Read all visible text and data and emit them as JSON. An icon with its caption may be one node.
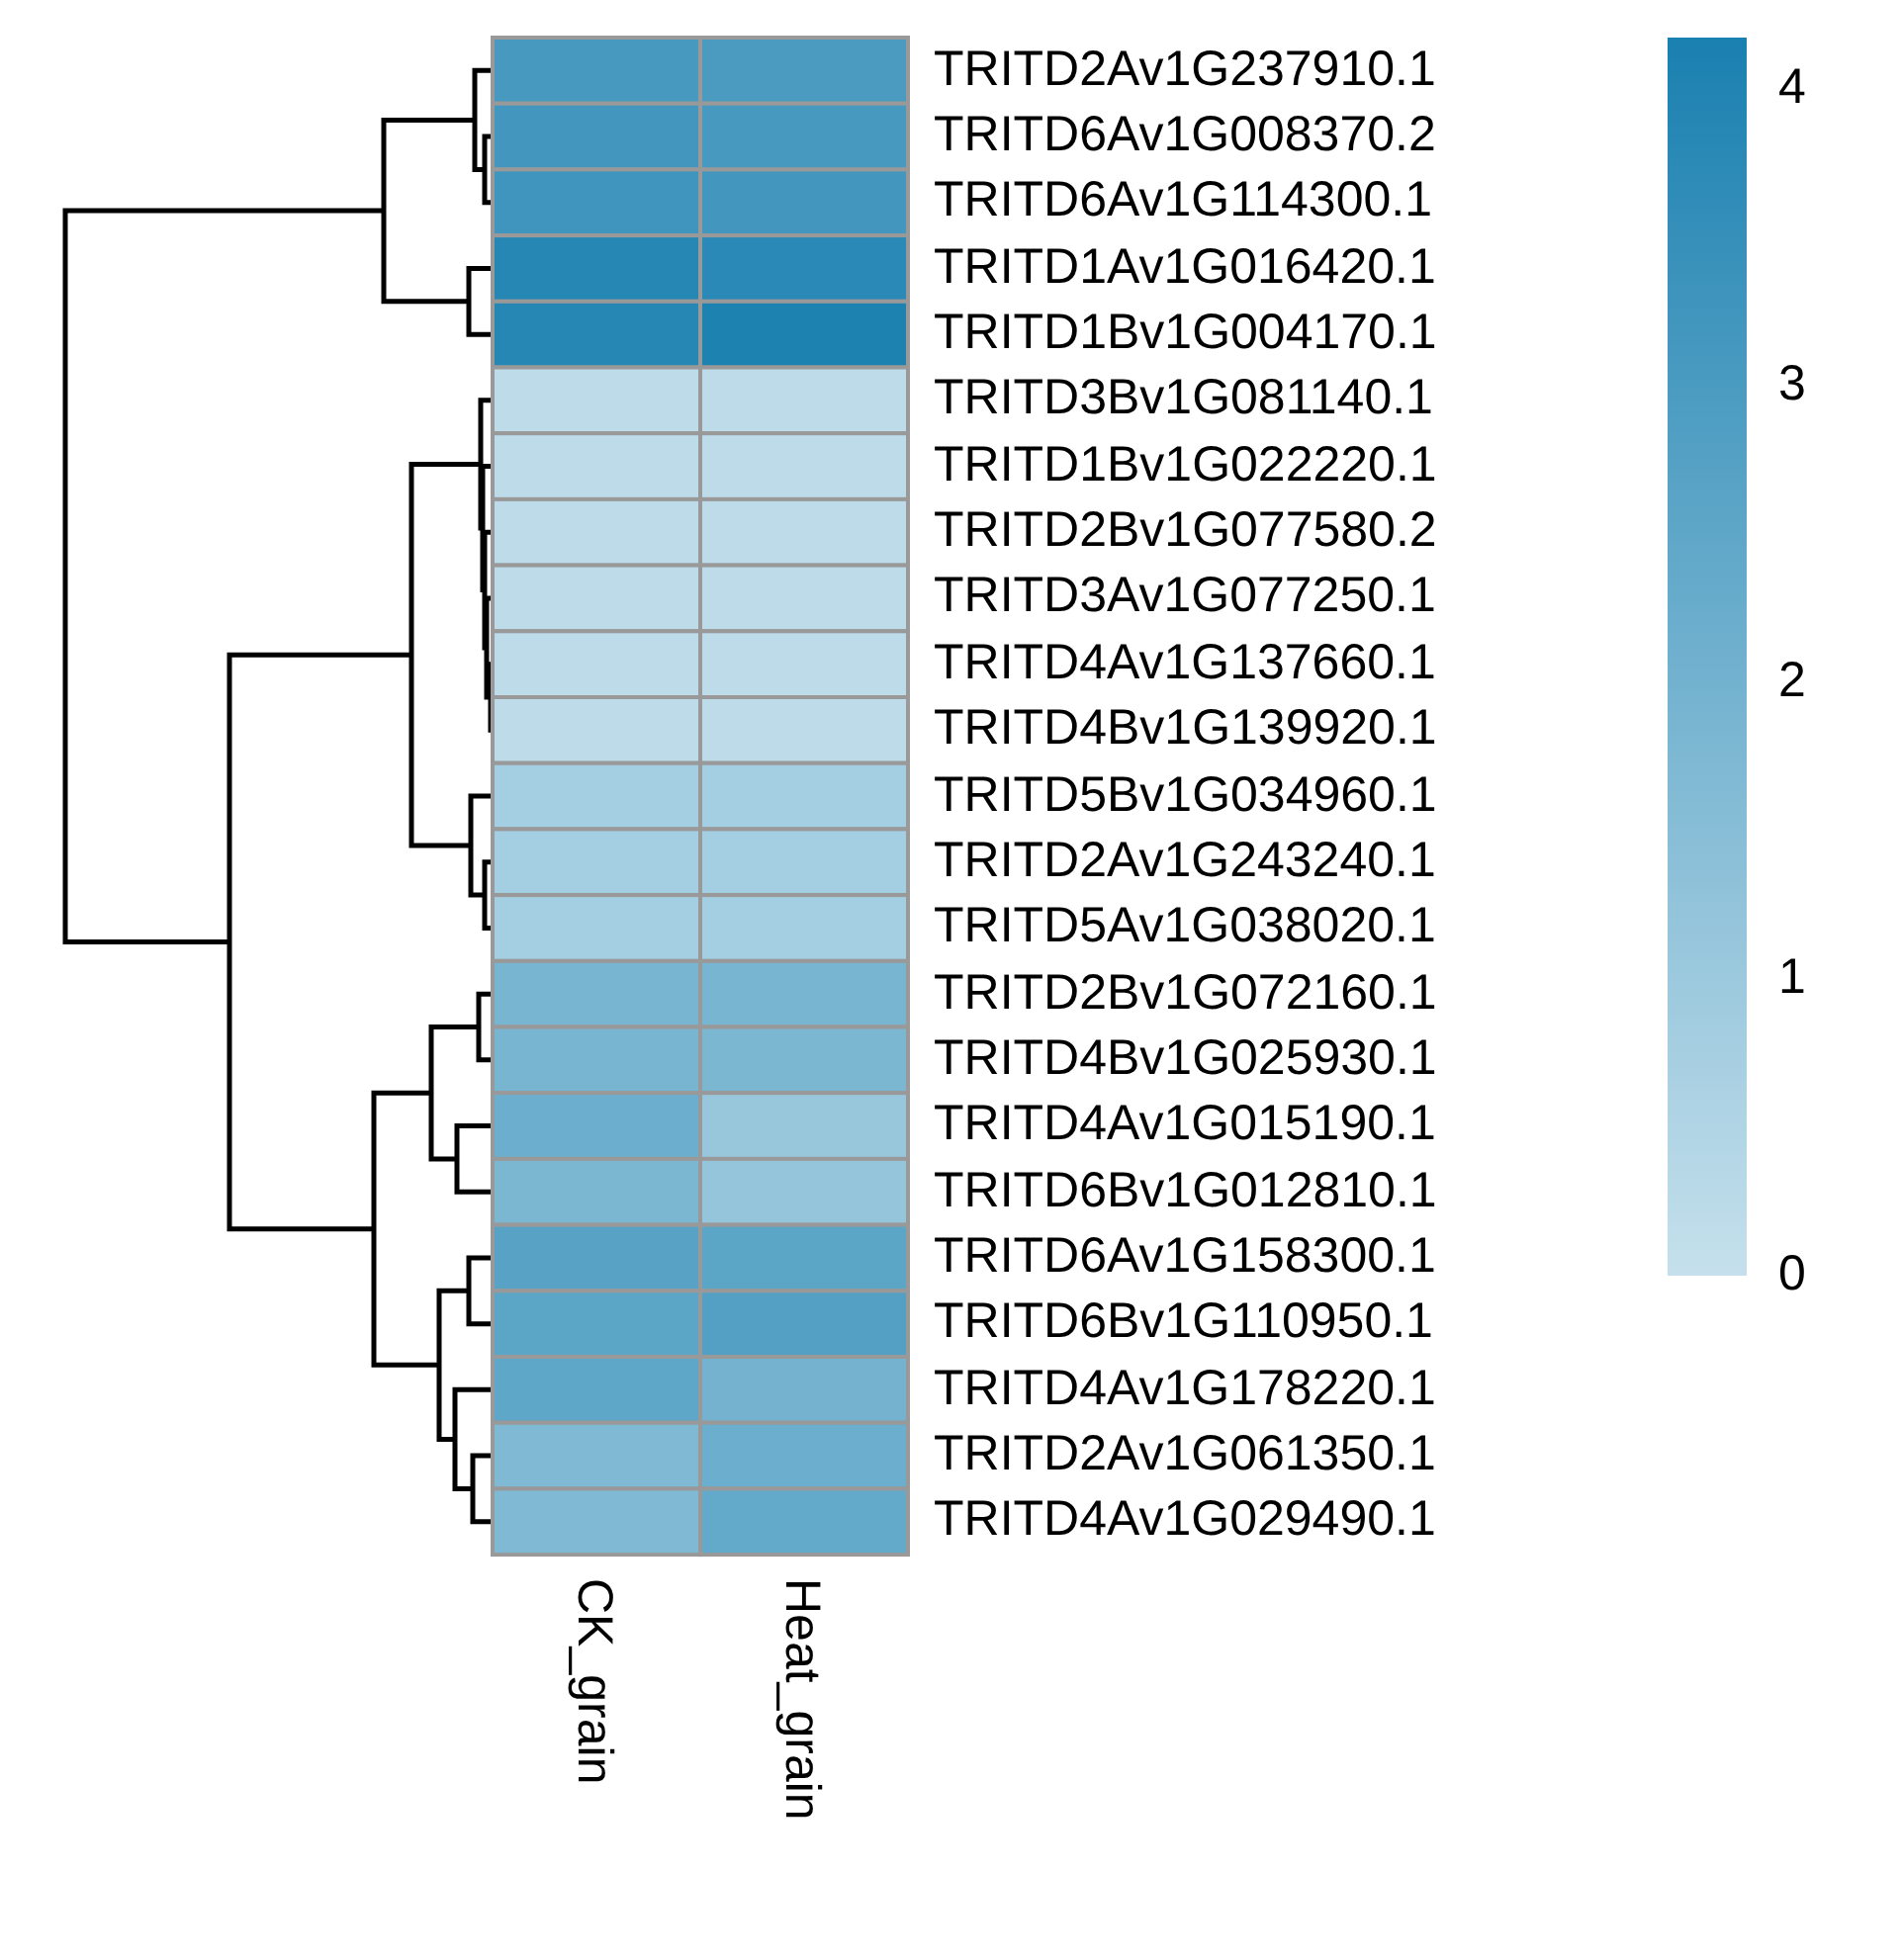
{
  "diagram": {
    "nodes": [
      {
        "text": [],
        "shape": "bar"
      }
    ],
    "labels": [
      "TRITD2Av1G237910.1",
      "TRITD6Av1G008370.2",
      "TRITD6Av1G114300.1",
      "TRITD1Av1G016420.1",
      "TRITD1Bv1G004170.1",
      "TRITD3Bv1G081140.1",
      "TRITD1Bv1G022220.1",
      "TRITD2Bv1G077580.2",
      "TRITD3Av1G077250.1",
      "TRITD4Av1G137660.1",
      "TRITD4Bv1G139920.1",
      "TRITD5Bv1G034960.1",
      "TRITD2Av1G243240.1",
      "TRITD5Av1G038020.1",
      "TRITD2Bv1G072160.1",
      "TRITD4Bv1G025930.1",
      "TRITD4Av1G015190.1",
      "TRITD6Bv1G012810.1",
      "TRITD6Av1G158300.1",
      "TRITD6Bv1G110950.1",
      "TRITD4Av1G178220.1",
      "TRITD2Av1G061350.1",
      "TRITD4Av1G029490.1",
      "CK_grain",
      "Heat_grain",
      "4",
      "3",
      "2",
      "1",
      "0"
    ]
  }
}
